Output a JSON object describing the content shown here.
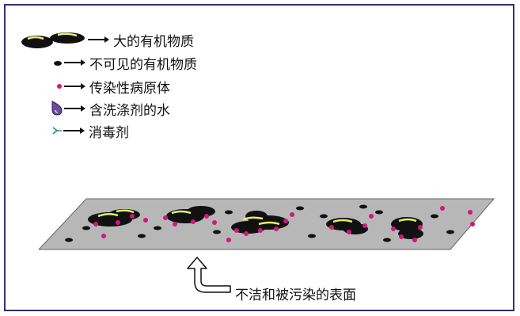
{
  "legend": {
    "items": [
      {
        "label": "大的有机物质",
        "icon": "large-organic-matter-icon"
      },
      {
        "label": "不可见的有机物质",
        "icon": "invisible-organic-matter-icon"
      },
      {
        "label": "传染性病原体",
        "icon": "pathogen-icon"
      },
      {
        "label": "含洗涤剂的水",
        "icon": "detergent-water-drop-icon"
      },
      {
        "label": "消毒剂",
        "icon": "disinfectant-icon"
      }
    ]
  },
  "surface": {
    "caption": "不洁和被污染的表面"
  },
  "colors": {
    "border": "#3a2a78",
    "surface": "#b7b7b7",
    "organic": "#111111",
    "highlight": "#e6ee6a",
    "pathogen": "#d0177f",
    "drop": "#6b4aa0",
    "disinfectant": "#2e8c7a"
  }
}
